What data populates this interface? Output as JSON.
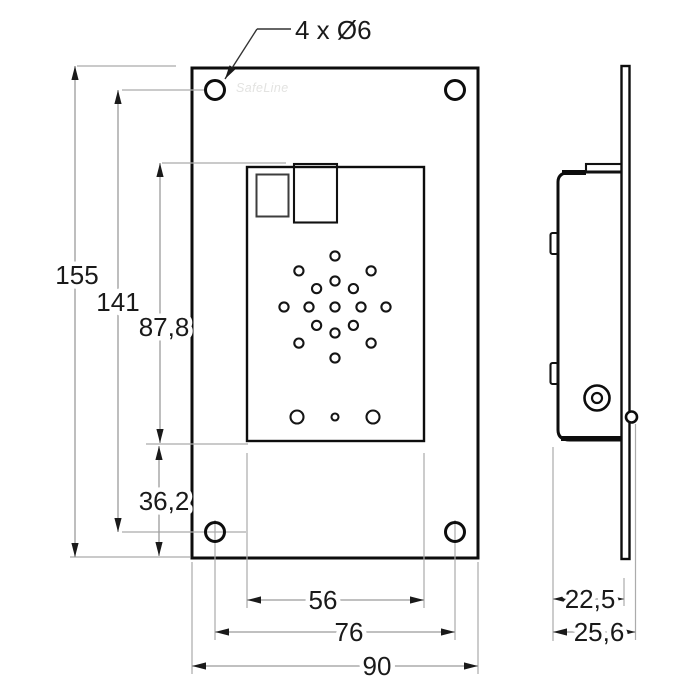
{
  "drawing": {
    "watermark": "SafeLine",
    "callout_label": "4 x Ø6",
    "front_view": {
      "dim_total_height": "155",
      "dim_hole_spacing_vertical": "141",
      "dim_cutout_height": "87,8",
      "dim_bottom_section_height": "36,2",
      "dim_cutout_width": "56",
      "dim_hole_spacing_horizontal": "76",
      "dim_total_width": "90"
    },
    "side_view": {
      "dim_enclosure_depth": "22,5",
      "dim_total_depth": "25,6"
    },
    "colors": {
      "outline": "#0d0d0d",
      "dimension_line": "#9b9b9b",
      "extension_line": "#ababab",
      "text": "#1a1a1a",
      "watermark": "#e3e3e1",
      "background": "#ffffff"
    }
  }
}
